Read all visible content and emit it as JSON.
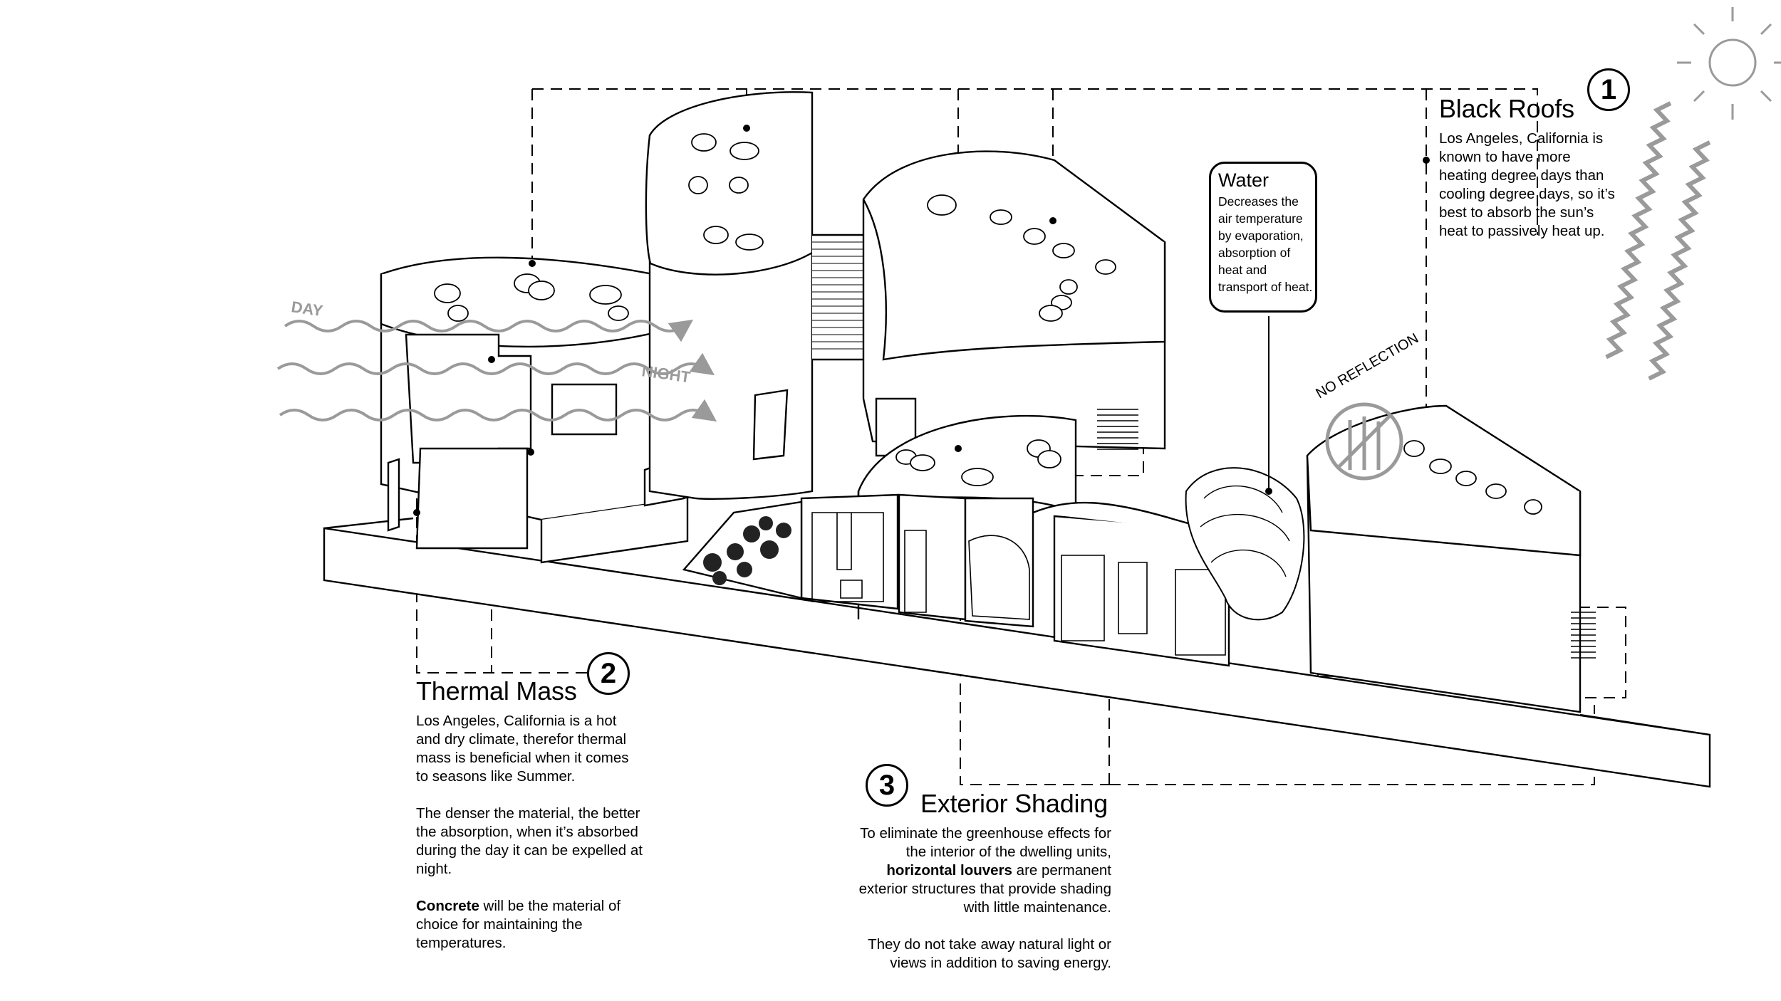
{
  "annotations": {
    "black_roofs": {
      "number": "1",
      "title": "Black Roofs",
      "body": "Los Angeles, California is known to have more heating degree days than cooling degree days, so it’s best to absorb the sun’s heat to passively heat up."
    },
    "thermal_mass": {
      "number": "2",
      "title": "Thermal Mass",
      "p1": "Los Angeles, California is a hot and dry climate, therefor thermal mass is beneficial when it comes to seasons like Summer.",
      "p2": "The denser the material, the better the absorption, when it’s absorbed during the day it can be expelled at night.",
      "p3_bold": "Concrete",
      "p3_rest": " will be the material of choice for maintaining the temperatures."
    },
    "exterior_shading": {
      "number": "3",
      "title": "Exterior Shading",
      "p1_a": "To eliminate the greenhouse effects for the interior of the dwelling units, ",
      "p1_bold": "horizontal louvers",
      "p1_b": " are permanent exterior structures that provide shading with little maintenance.",
      "p2": "They do not take away natural light or views in addition to saving energy."
    },
    "water": {
      "title": "Water",
      "body": "Decreases the air temperature by evaporation, absorption of heat and transport of heat."
    }
  },
  "labels": {
    "day": "DAY",
    "night": "NIGHT",
    "no_reflection": "NO REFLECTION"
  }
}
